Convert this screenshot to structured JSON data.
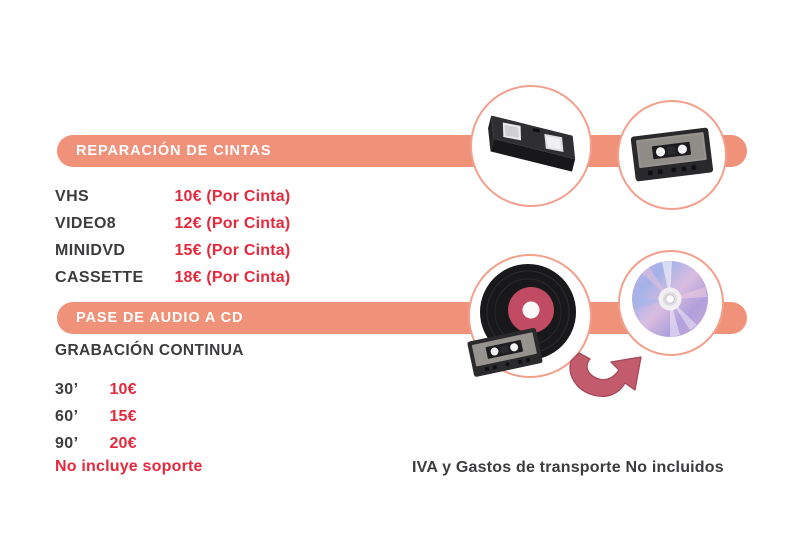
{
  "colors": {
    "salmon_band": "#F0917A",
    "circle_border": "#F2A08C",
    "price_red": "#E4293C",
    "text_dark": "#3C3C3E",
    "arrow_rose": "#C25C6D",
    "vinyl_label": "#C14B63"
  },
  "repair_section": {
    "banner": "REPARACIÓN DE CINTAS",
    "rows": [
      {
        "label": "VHS",
        "price": "10€ (Por Cinta)"
      },
      {
        "label": "VIDEO8",
        "price": "12€ (Por Cinta)"
      },
      {
        "label": "MINIDVD",
        "price": "15€ (Por Cinta)"
      },
      {
        "label": "CASSETTE",
        "price": "18€ (Por Cinta)"
      }
    ]
  },
  "audio_section": {
    "banner": "PASE DE AUDIO A CD",
    "subtitle": "GRABACIÓN CONTINUA",
    "rows": [
      {
        "label": "30’",
        "price": "10€"
      },
      {
        "label": "60’",
        "price": "15€"
      },
      {
        "label": "90’",
        "price": "20€"
      }
    ],
    "note": "No incluye soporte"
  },
  "footer_note": "IVA y Gastos de transporte No incluidos",
  "illustrations": {
    "top_band": [
      "vhs-tape-photo",
      "audio-cassette-photo"
    ],
    "bottom_band": [
      "vinyl-record-with-cassette-photo",
      "cd-disc-photo",
      "curved-arrow"
    ]
  }
}
